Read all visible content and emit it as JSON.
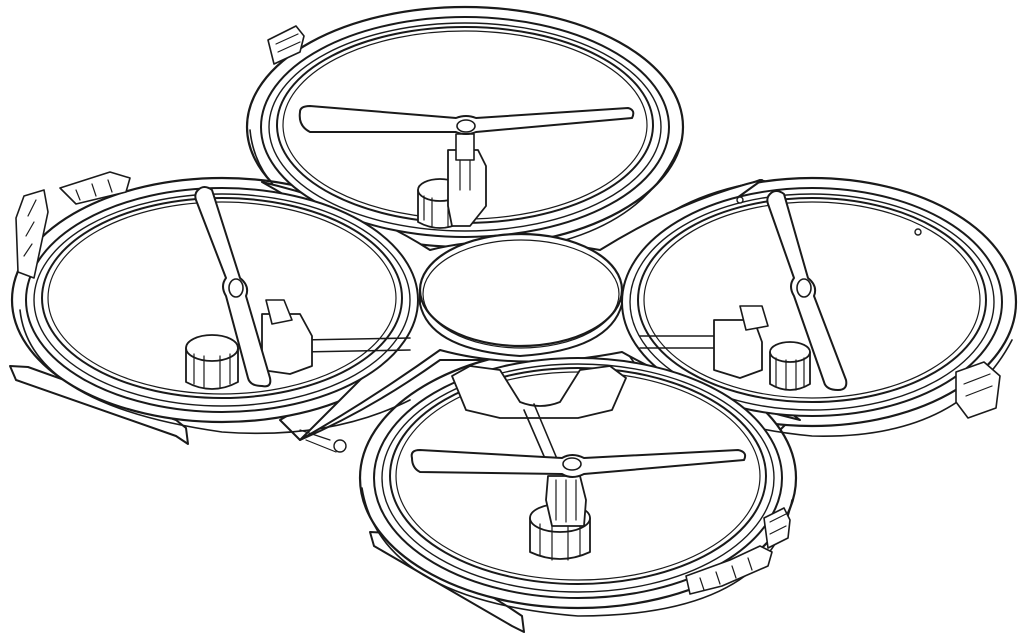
{
  "figure": {
    "subject": "quadcopter-line-drawing",
    "line_color": "#1a1a1a",
    "fill_color": "#ffffff",
    "rotor_count": 4,
    "rotors": [
      {
        "position": "rear"
      },
      {
        "position": "left"
      },
      {
        "position": "right"
      },
      {
        "position": "front"
      }
    ],
    "landing_skids": 2
  }
}
